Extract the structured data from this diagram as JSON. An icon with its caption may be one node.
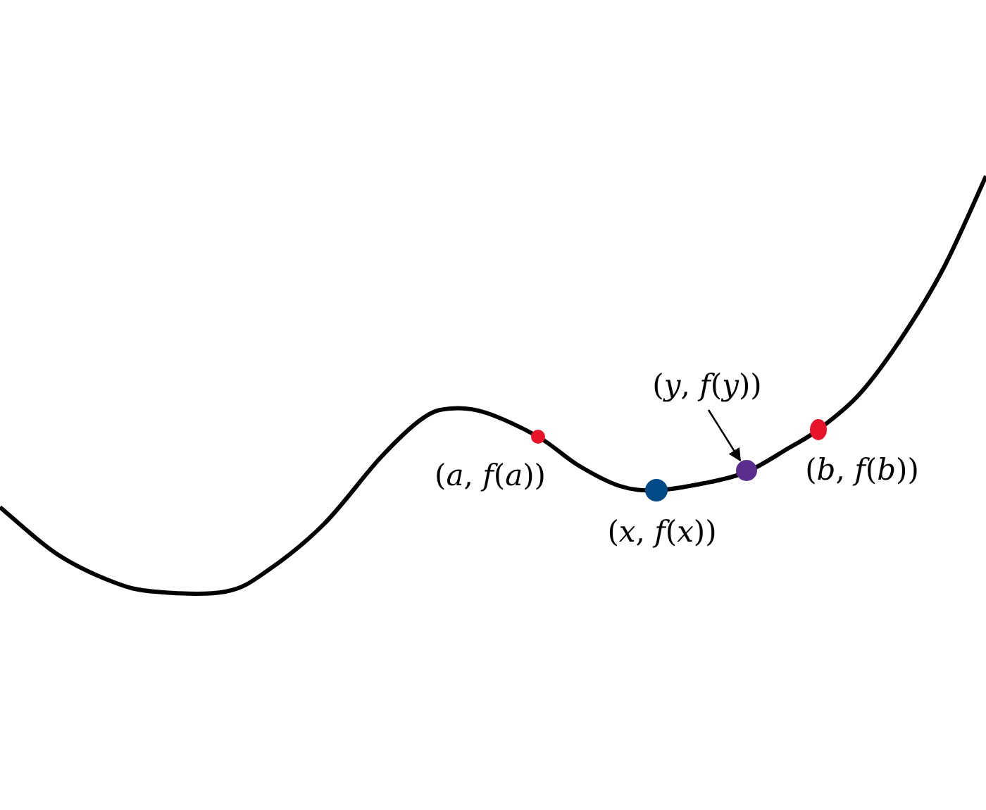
{
  "diagram": {
    "nodes": [
      {
        "text": [
          "(*y*, *f*(*y*))"
        ]
      },
      {
        "text": [],
        "shape": "circle"
      }
    ],
    "edges": [
      {
        "from": 0,
        "to": 1,
        "arrow": "to"
      }
    ],
    "labels": [
      "(*a*, *f*(*a*))",
      "(*b*, *f*(*b*))",
      "(*x*, *f*(*x*))"
    ]
  }
}
